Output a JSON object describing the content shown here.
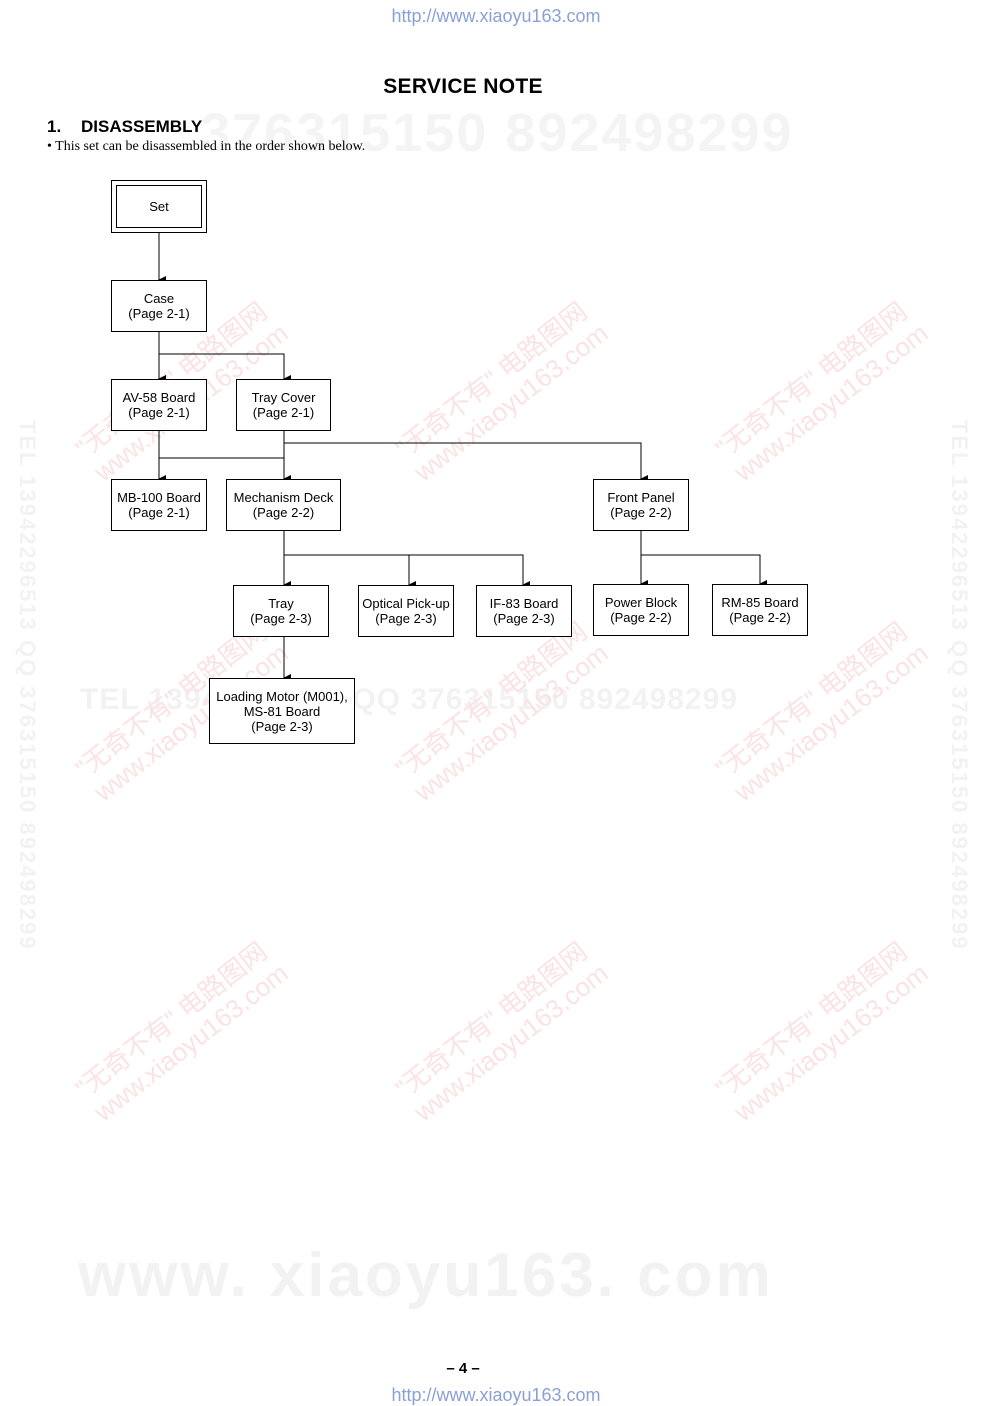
{
  "header_url": "http://www.xiaoyu163.com",
  "footer_url": "http://www.xiaoyu163.com",
  "title": "SERVICE NOTE",
  "section": {
    "number": "1.",
    "title": "DISASSEMBLY"
  },
  "bullet": "•  This set can be disassembled in the order shown below.",
  "flowchart": {
    "set": "Set",
    "case": "Case\n(Page 2-1)",
    "av58": "AV-58 Board\n(Page 2-1)",
    "tray_cover": "Tray Cover\n(Page 2-1)",
    "mb100": "MB-100 Board\n(Page 2-1)",
    "mechanism_deck": "Mechanism Deck\n(Page 2-2)",
    "front_panel": "Front Panel\n(Page 2-2)",
    "tray": "Tray\n(Page 2-3)",
    "optical_pickup": "Optical Pick-up\n(Page 2-3)",
    "if83": "IF-83 Board\n(Page 2-3)",
    "power_block": "Power Block\n(Page 2-2)",
    "rm85": "RM-85 Board\n(Page 2-2)",
    "loading_motor": "Loading Motor (M001),\nMS-81 Board\n(Page 2-3)"
  },
  "page_number": "– 4 –",
  "watermarks": {
    "big": "www. xiaoyu163. com",
    "numbers_top": "376315150   892498299",
    "tel_middle": "TEL 13942296513   QQ 376315150  892498299",
    "side": "TEL 13942296513  QQ 376315150  892498299",
    "diag_cn": "\"无奇不有\" 电路图网",
    "diag_url": "www.xiaoyu163.com"
  }
}
